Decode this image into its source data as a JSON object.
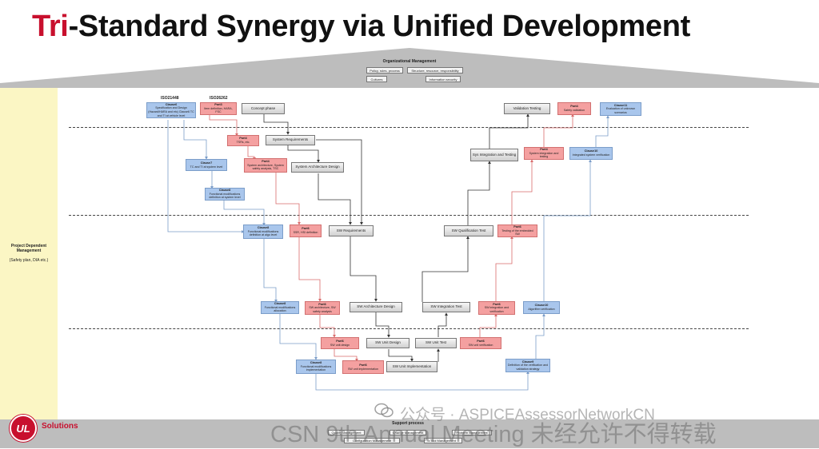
{
  "title": {
    "highlight": "Tri",
    "rest": "-Standard Synergy via Unified Development"
  },
  "org": {
    "title": "Organizational Management",
    "items": [
      "Policy, rules, process",
      "Structure, resource, responsibility",
      "Cultures",
      "Information security"
    ]
  },
  "left": {
    "heading": "Project Dependent Management",
    "sub": "(Safety plan, DIA etc.)"
  },
  "standards": {
    "a": "ISO21448",
    "b": "ISO26262"
  },
  "boxes": {
    "b1": {
      "h": "Clause6",
      "t": "Specification and Design (Hazard/HARA and etc) Clause6 TC and TI at vehicle level"
    },
    "b2": {
      "h": "Part3",
      "t": "Item definition, HARA, FSC"
    },
    "b3": {
      "t": "Concept phase"
    },
    "b4": {
      "h": "Part4",
      "t": "TSRs, etc."
    },
    "b5": {
      "t": "System Requirements"
    },
    "b6": {
      "h": "Clause7",
      "t": "TC and TI at system level"
    },
    "b7": {
      "h": "Part4",
      "t": "System architecture, System safety analysis, TSC"
    },
    "b8": {
      "t": "System Architecture Design"
    },
    "b9": {
      "h": "Clause8",
      "t": "Functional modifications definition at system level"
    },
    "b10": {
      "h": "Clause8",
      "t": "Functional modifications definition at algo level"
    },
    "b11": {
      "h": "Part6",
      "t": "SSR, HSI definition"
    },
    "b12": {
      "t": "SW Requirements"
    },
    "b13": {
      "h": "Clause8",
      "t": "Functional modifications allocation"
    },
    "b14": {
      "h": "Part6",
      "t": "SW architecture, SW safety analysis"
    },
    "b15": {
      "t": "SW Architecture Design"
    },
    "b16": {
      "h": "Part6",
      "t": "SW unit design"
    },
    "b17": {
      "t": "SW Unit Design"
    },
    "b18": {
      "h": "Clause8",
      "t": "Functional modifications implementation"
    },
    "b19": {
      "h": "Part6",
      "t": "SW unit implementation"
    },
    "b20": {
      "t": "SW Unit Implementation"
    },
    "b21": {
      "t": "SW Unit Test"
    },
    "b22": {
      "h": "Part6",
      "t": "SW unit verification"
    },
    "b23": {
      "h": "Clause9",
      "t": "Definition of the verification and validation strategy"
    },
    "b24": {
      "t": "SW Integration Test"
    },
    "b25": {
      "h": "Part6",
      "t": "SW integration and verification"
    },
    "b26": {
      "h": "Clause10",
      "t": "Algorithm verification"
    },
    "b27": {
      "t": "SW Qualification Test"
    },
    "b28": {
      "h": "Part6",
      "t": "Testing of the embedded SW"
    },
    "b29": {
      "t": "Sys Integration and Testing"
    },
    "b30": {
      "h": "Part4",
      "t": "System integration and testing"
    },
    "b31": {
      "h": "Clause10",
      "t": "Integrated system verification"
    },
    "b32": {
      "t": "Validation Testing"
    },
    "b33": {
      "h": "Part4",
      "t": "Safety validation"
    },
    "b34": {
      "h": "Clause11",
      "t": "Evaluation of unknown scenarios"
    }
  },
  "support": {
    "title": "Support process",
    "items": [
      "Quality Management",
      "Change Management",
      "Problem Management",
      "Configuration Management",
      "Tool Management"
    ]
  },
  "brand": {
    "logo": "UL",
    "name": "Solutions"
  },
  "watermark": {
    "line1": "公众号 · ASPICEAssessorNetworkCN",
    "line2": "CSN 9th Annual Meeting 未经允许不得转载"
  },
  "colors": {
    "accent": "#c8102e",
    "safety": "#f4a0a0",
    "sotif": "#a9c6ec"
  }
}
